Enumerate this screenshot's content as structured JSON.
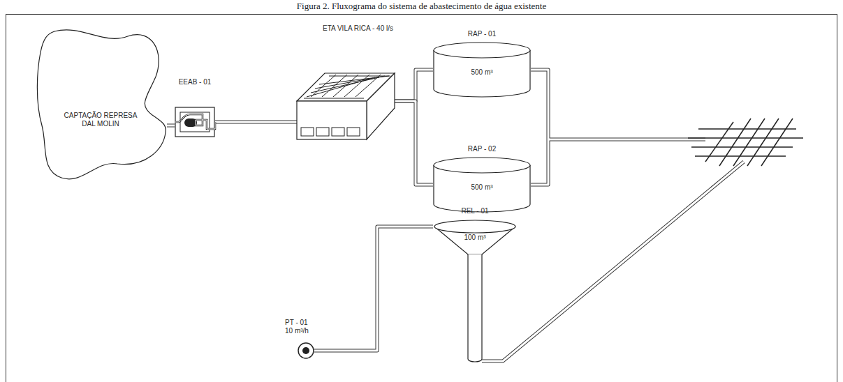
{
  "diagram": {
    "title": "Figura 2. Fluxograma do sistema de abastecimento de água existente",
    "nodes": [
      {
        "text": [
          "CAPTAÇÃO REPRESA DAL MOLIN"
        ]
      },
      {
        "text": [
          "EEAB - 01"
        ]
      },
      {
        "text": [
          "ETA VILA RICA - 40 l/s"
        ]
      },
      {
        "text": [
          "RAP - 01",
          "500 m³"
        ]
      },
      {
        "text": [
          "RAP - 02",
          "500 m³"
        ]
      },
      {
        "text": [
          "REL - 01",
          "100 m³"
        ]
      },
      {
        "text": [
          "PT - 01",
          "10 m³/h"
        ]
      }
    ],
    "edges": [
      {
        "from": 0,
        "to": 1,
        "arrow": "none"
      },
      {
        "from": 1,
        "to": 2,
        "arrow": "none"
      },
      {
        "from": 2,
        "to": 3,
        "arrow": "none"
      },
      {
        "from": 2,
        "to": 4,
        "arrow": "none"
      },
      {
        "from": 6,
        "to": 5,
        "arrow": "none"
      }
    ]
  }
}
